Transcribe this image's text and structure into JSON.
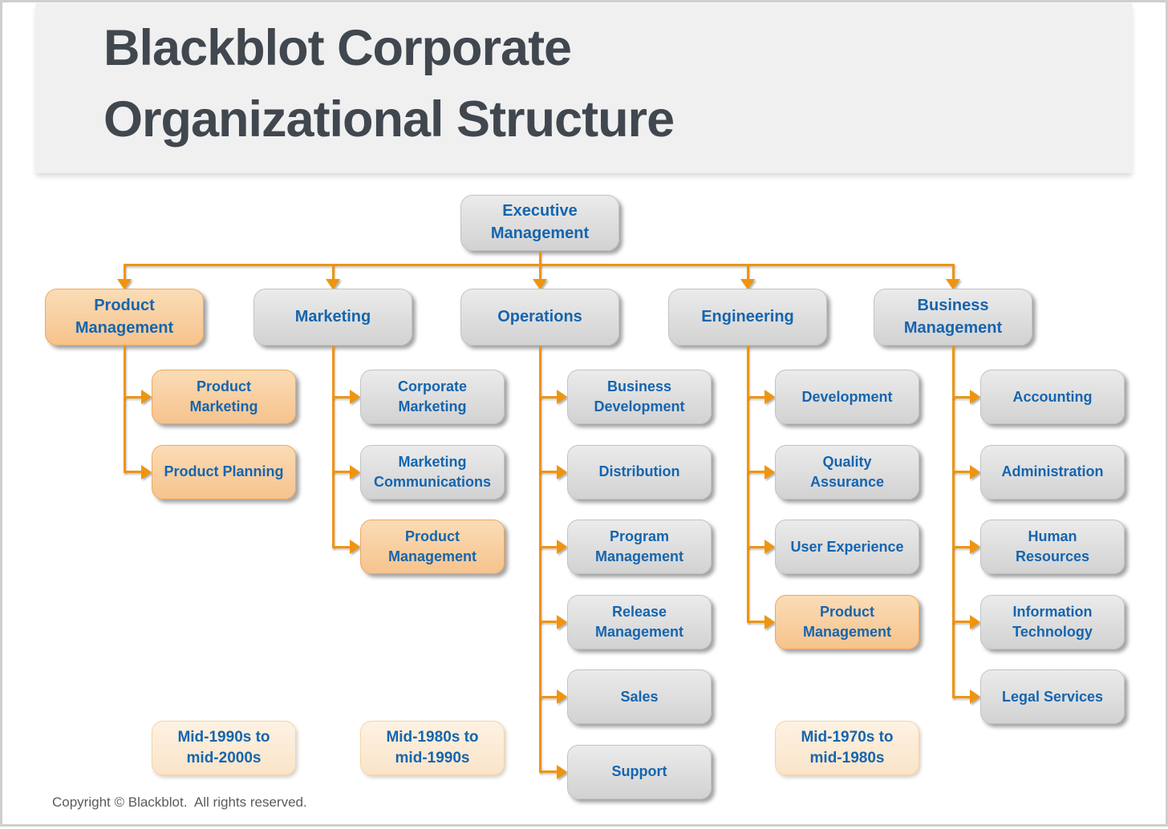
{
  "page": {
    "title_line1": "Blackblot Corporate",
    "title_line2": "Organizational Structure",
    "copyright": "Copyright © Blackblot.  All rights reserved."
  },
  "colors": {
    "title_text": "#41474F",
    "node_text_blue": "#1565AE",
    "connector_orange": "#F0940E",
    "highlight_fill": "#F9D2A4",
    "gray_fill": "#DCDCDC",
    "era_fill": "#FCEDDA"
  },
  "org": {
    "root": {
      "label": "Executive Management",
      "highlight": false
    },
    "columns": [
      {
        "head": {
          "label": "Product Management",
          "highlight": true
        },
        "children": [
          {
            "label": "Product Marketing",
            "highlight": true
          },
          {
            "label": "Product Planning",
            "highlight": true
          }
        ],
        "era": "Mid-1990s to mid-2000s"
      },
      {
        "head": {
          "label": "Marketing",
          "highlight": false
        },
        "children": [
          {
            "label": "Corporate Marketing",
            "highlight": false
          },
          {
            "label": "Marketing Communications",
            "highlight": false
          },
          {
            "label": "Product Management",
            "highlight": true
          }
        ],
        "era": "Mid-1980s to mid-1990s"
      },
      {
        "head": {
          "label": "Operations",
          "highlight": false
        },
        "children": [
          {
            "label": "Business Development",
            "highlight": false
          },
          {
            "label": "Distribution",
            "highlight": false
          },
          {
            "label": "Program Management",
            "highlight": false
          },
          {
            "label": "Release Management",
            "highlight": false
          },
          {
            "label": "Sales",
            "highlight": false
          },
          {
            "label": "Support",
            "highlight": false
          }
        ],
        "era": null
      },
      {
        "head": {
          "label": "Engineering",
          "highlight": false
        },
        "children": [
          {
            "label": "Development",
            "highlight": false
          },
          {
            "label": "Quality Assurance",
            "highlight": false
          },
          {
            "label": "User Experience",
            "highlight": false
          },
          {
            "label": "Product Management",
            "highlight": true
          }
        ],
        "era": "Mid-1970s to mid-1980s"
      },
      {
        "head": {
          "label": "Business Management",
          "highlight": false
        },
        "children": [
          {
            "label": "Accounting",
            "highlight": false
          },
          {
            "label": "Administration",
            "highlight": false
          },
          {
            "label": "Human Resources",
            "highlight": false
          },
          {
            "label": "Information Technology",
            "highlight": false
          },
          {
            "label": "Legal Services",
            "highlight": false
          }
        ],
        "era": null
      }
    ]
  }
}
